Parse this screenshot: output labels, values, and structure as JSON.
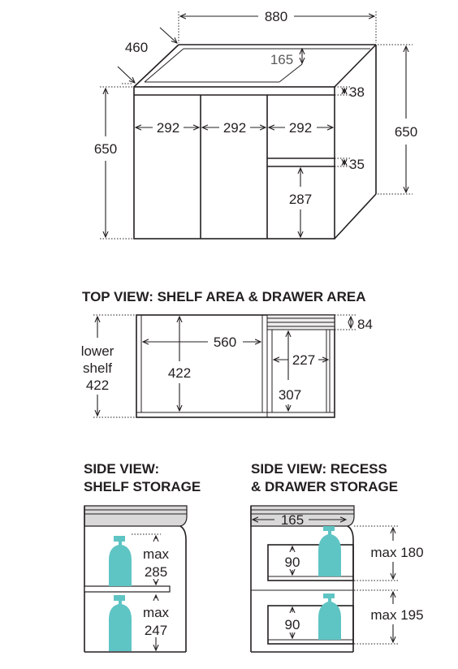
{
  "colors": {
    "line": "#231f20",
    "bottle": "#5fc4c4",
    "panel_grey": "#d9d9d9",
    "text_grey": "#595959"
  },
  "front": {
    "width": "880",
    "depth": "460",
    "recess_depth": "165",
    "top_rail": "38",
    "height_left": "650",
    "height_right": "650",
    "door_1": "292",
    "door_2": "292",
    "door_3": "292",
    "drawer_rail": "35",
    "drawer_height": "287"
  },
  "top_view": {
    "heading": "TOP VIEW: SHELF AREA & DRAWER AREA",
    "shelf_width": "560",
    "shelf_depth": "422",
    "rail": "84",
    "drawer_width": "227",
    "drawer_depth": "307",
    "lower_shelf_line1": "lower",
    "lower_shelf_line2": "shelf",
    "lower_shelf_value": "422"
  },
  "side_shelf": {
    "heading_line1": "SIDE VIEW:",
    "heading_line2": "SHELF STORAGE",
    "upper_max_label": "max",
    "upper_max_value": "285",
    "lower_max_label": "max",
    "lower_max_value": "247"
  },
  "side_recess": {
    "heading_line1": "SIDE VIEW: RECESS",
    "heading_line2": "& DRAWER STORAGE",
    "recess_depth": "165",
    "upper_drawer": "90",
    "lower_drawer": "90",
    "upper_max": "max 180",
    "lower_max": "max 195"
  }
}
